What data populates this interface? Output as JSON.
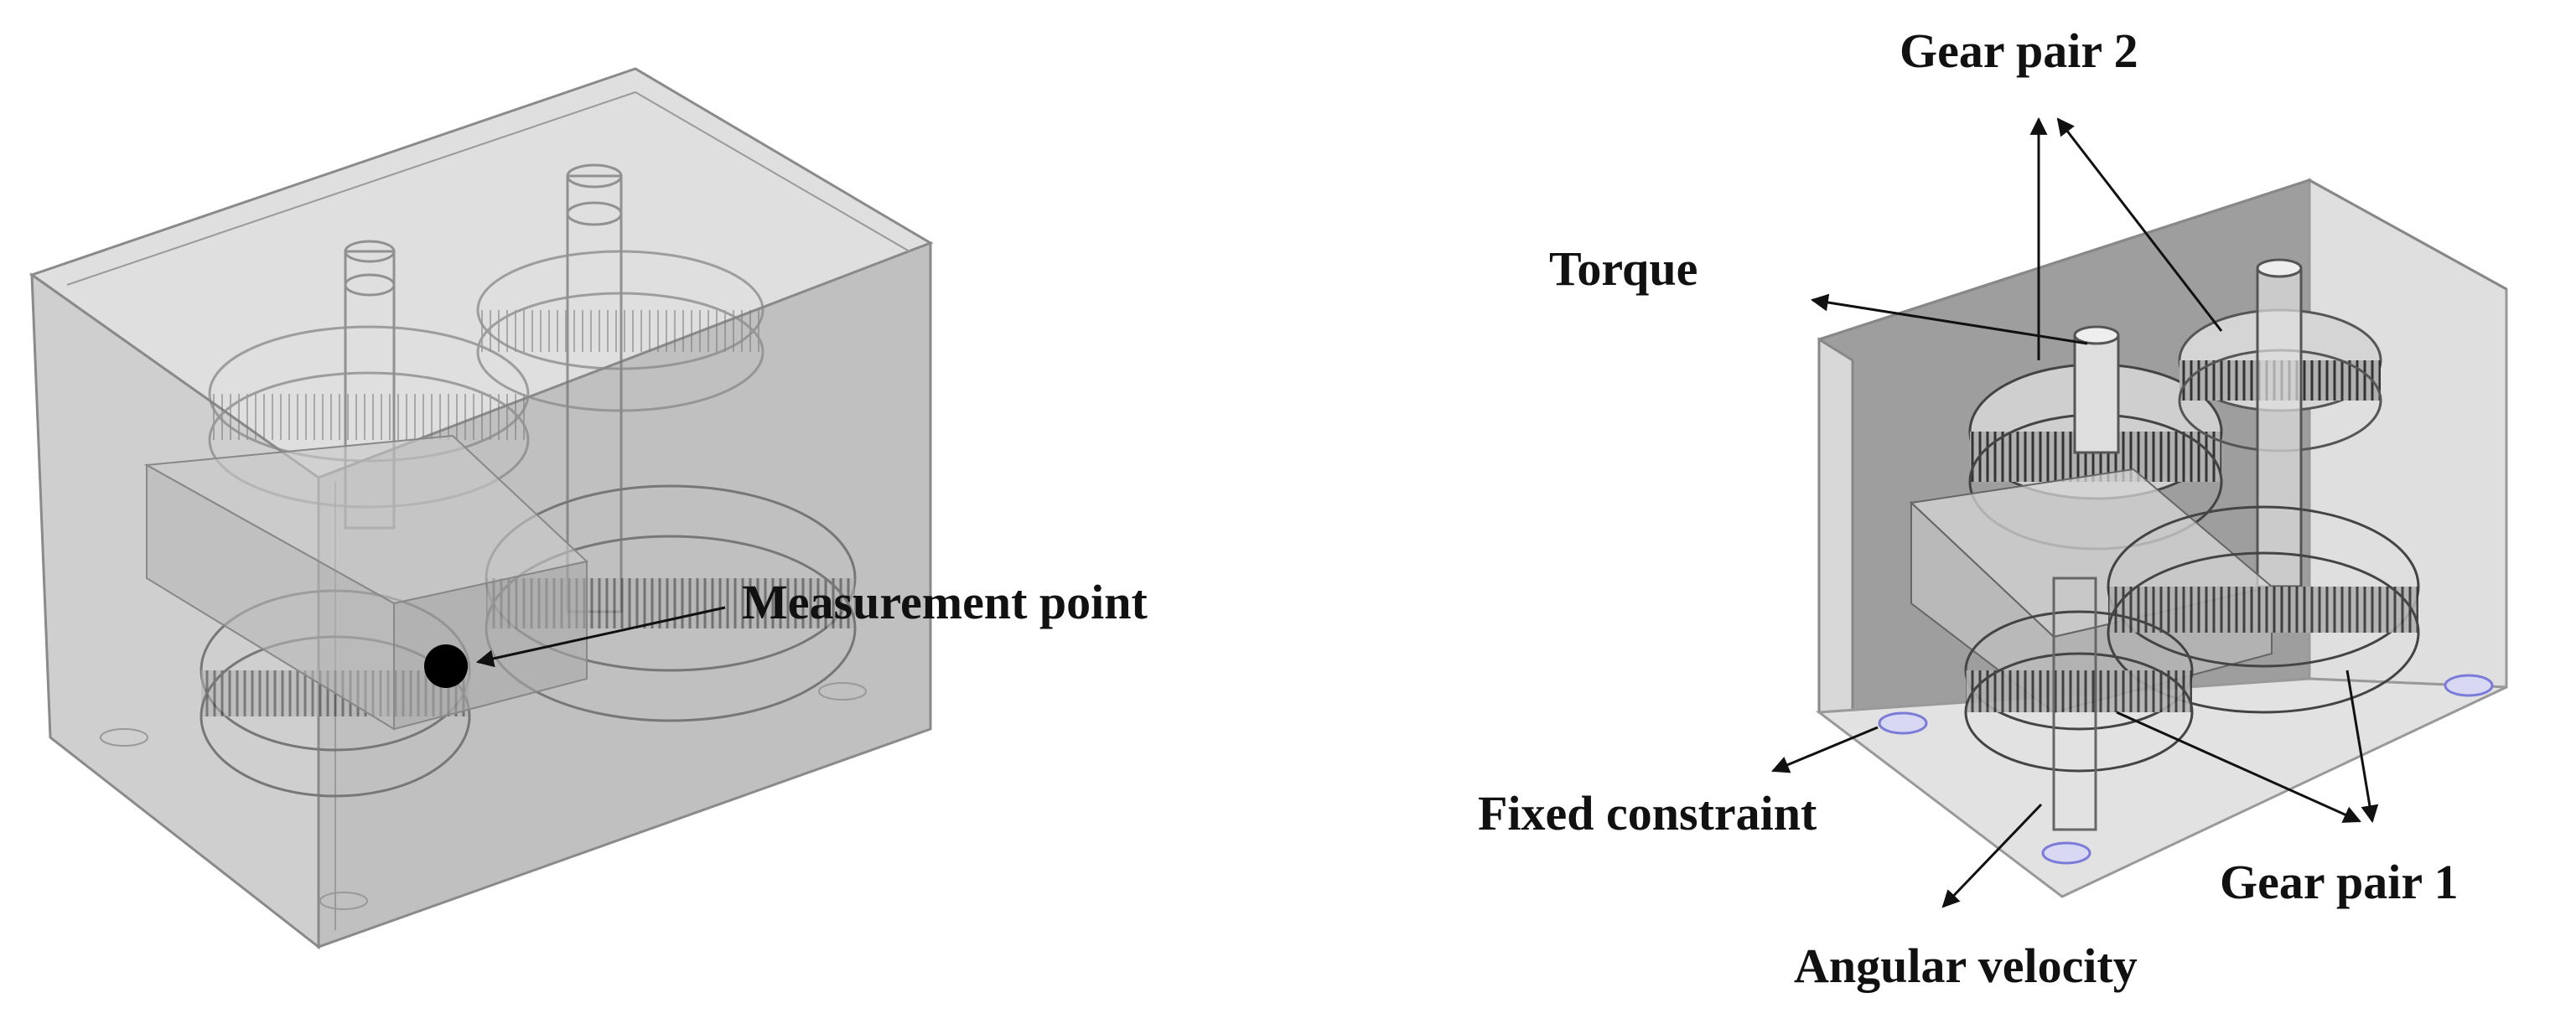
{
  "figure": {
    "left_panel": {
      "callout": "Measurement point"
    },
    "right_panel": {
      "callouts": {
        "gear_pair_2": "Gear pair 2",
        "torque": "Torque",
        "fixed_constraint": "Fixed constraint",
        "gear_pair_1": "Gear pair 1",
        "angular_velocity": "Angular velocity"
      }
    }
  }
}
